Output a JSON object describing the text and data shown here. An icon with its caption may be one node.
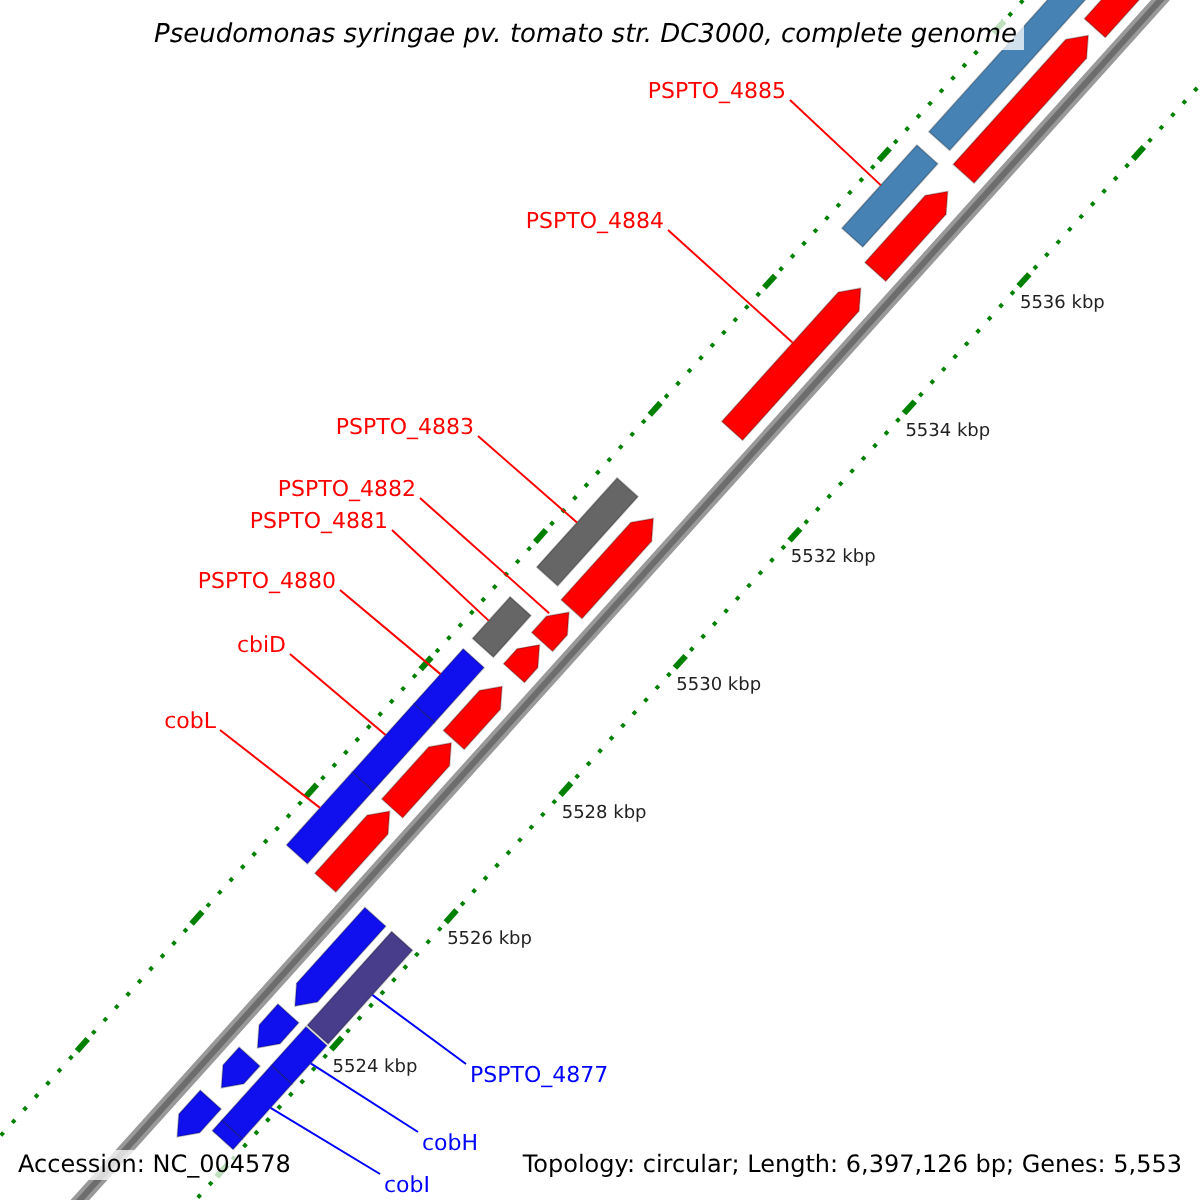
{
  "diagram": {
    "title": "Pseudomonas syringae pv. tomato str. DC3000, complete genome",
    "nodes": [
      {
        "text": [
          "PSPTO_4885"
        ]
      },
      {
        "text": [],
        "shape": "bar"
      },
      {
        "text": [
          "PSPTO_4884"
        ]
      },
      {
        "text": [],
        "shape": "arrow"
      },
      {
        "text": [
          "PSPTO_4883"
        ]
      },
      {
        "text": [],
        "shape": "bar"
      },
      {
        "text": [
          "PSPTO_4882"
        ]
      },
      {
        "text": [],
        "shape": "arrow"
      },
      {
        "text": [
          "PSPTO_4881"
        ]
      },
      {
        "text": [],
        "shape": "bar"
      },
      {
        "text": [
          "PSPTO_4880"
        ]
      },
      {
        "text": [],
        "shape": "bar"
      },
      {
        "text": [
          "cbiD"
        ]
      },
      {
        "text": [],
        "shape": "bar"
      },
      {
        "text": [
          "cobL"
        ]
      },
      {
        "text": [],
        "shape": "bar"
      },
      {
        "text": [
          "PSPTO_4877"
        ]
      },
      {
        "text": [],
        "shape": "bar"
      },
      {
        "text": [
          "cobH"
        ]
      },
      {
        "text": [],
        "shape": "bar"
      },
      {
        "text": [
          "cobI"
        ]
      },
      {
        "text": [],
        "shape": "bar"
      },
      {
        "text": [],
        "shape": "arrow"
      },
      {
        "text": [],
        "shape": "arrow"
      },
      {
        "text": [],
        "shape": "arrow"
      },
      {
        "text": [],
        "shape": "arrow"
      },
      {
        "text": [],
        "shape": "arrow"
      },
      {
        "text": [],
        "shape": "arrow"
      },
      {
        "text": [],
        "shape": "arrow"
      },
      {
        "text": [],
        "shape": "arrow"
      },
      {
        "text": [],
        "shape": "bar"
      },
      {
        "text": [],
        "shape": "arrow"
      },
      {
        "text": [],
        "shape": "arrow"
      },
      {
        "text": [],
        "shape": "arrow"
      },
      {
        "text": [],
        "shape": "arrow"
      },
      {
        "text": [],
        "shape": "bar"
      }
    ],
    "edges": [
      {
        "from": 0,
        "to": 1,
        "arrow": "none"
      },
      {
        "from": 2,
        "to": 3,
        "arrow": "none"
      },
      {
        "from": 4,
        "to": 5,
        "arrow": "none"
      },
      {
        "from": 6,
        "to": 7,
        "arrow": "none"
      },
      {
        "from": 8,
        "to": 9,
        "arrow": "none"
      },
      {
        "from": 10,
        "to": 11,
        "arrow": "none"
      },
      {
        "from": 12,
        "to": 13,
        "arrow": "none"
      },
      {
        "from": 14,
        "to": 15,
        "arrow": "none"
      },
      {
        "from": 16,
        "to": 17,
        "arrow": "none",
        "color": "#0000ff"
      },
      {
        "from": 18,
        "to": 19,
        "arrow": "none",
        "color": "#0000ff"
      },
      {
        "from": 20,
        "to": 21,
        "arrow": "none",
        "color": "#0000ff"
      }
    ],
    "labels": [
      "5536 kbp",
      "5534 kbp",
      "5532 kbp",
      "5530 kbp",
      "5528 kbp",
      "5526 kbp",
      "5524 kbp",
      "Accession: NC_004578",
      "Topology: circular; Length: 6,397,126 bp; Genes: 5,553"
    ]
  }
}
